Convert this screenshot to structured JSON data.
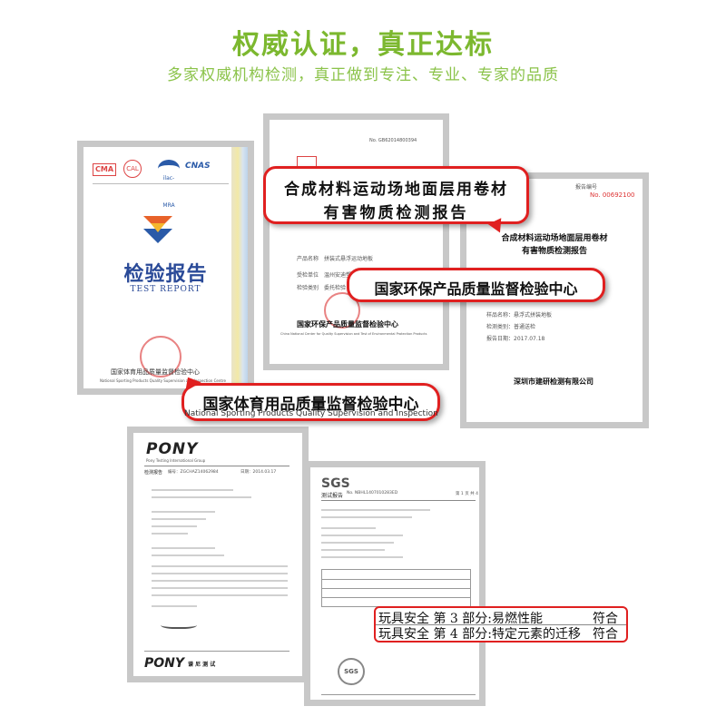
{
  "header": {
    "title": "权威认证，真正达标",
    "subtitle": "多家权威机构检测，真正做到专注、专业、专家的品质"
  },
  "cert1": {
    "logos": [
      "CMA",
      "CAL",
      "ilac-MRA",
      "CNAS"
    ],
    "title": "检验报告",
    "title_en": "TEST REPORT",
    "issuer": "国家体育用品质量监督检验中心",
    "issuer_en": "National Sporting Products Quality Supervision and Inspection Centre",
    "callout": "国家体育用品质量监督检验中心",
    "callout_sub": "National Sporting Products Quality Supervision and Inspection Centre"
  },
  "cert2": {
    "number": "No. GB62014800394",
    "callout_line1": "合成材料运动场地面层用卷材",
    "callout_line2": "有害物质检测报告",
    "field1_label": "产品名称",
    "field1_value": "拼装式悬浮运动地板",
    "field2_label": "受检单位",
    "field2_value": "温州安迪塑",
    "field3_label": "检验类别",
    "field3_value": "委托检验",
    "center_cn": "国家环保产品质量监督检验中心",
    "center_en": "China National Center for Quality Supervision and Test of Environmental Protection Products",
    "callout": "国家环保产品质量监督检验中心"
  },
  "cert3": {
    "label": "报告编号",
    "number": "No. 00692100",
    "title_line1": "合成材料运动场地面层用卷材",
    "title_line2": "有害物质检测报告",
    "sample_label": "样品名称：",
    "sample_value": "悬浮式拼装地板",
    "type_label": "检测类别：",
    "type_value": "普通送检",
    "date_label": "报告日期：",
    "date_value": "2017.07.18",
    "issuer": "深圳市建研检测有限公司"
  },
  "cert4": {
    "brand": "PONY",
    "brand_sub": "Pony Testing International Group",
    "report_no_label": "检测报告",
    "report_no": "编号：ZGCHAZ14062984",
    "date": "日期：2014.03.17",
    "footer_brand": "PONY",
    "footer_mark": "谱 尼 测 试"
  },
  "cert5": {
    "brand": "SGS",
    "report_title": "测试报告",
    "report_no": "No. NBHL1407010283ED",
    "page": "第 1 页 共 4 页",
    "footer_logo": "SGS"
  },
  "sgs_results": [
    {
      "name": "玩具安全 第 3 部分:易燃性能",
      "result": "符合"
    },
    {
      "name": "玩具安全 第 4 部分:特定元素的迁移",
      "result": "符合"
    }
  ]
}
